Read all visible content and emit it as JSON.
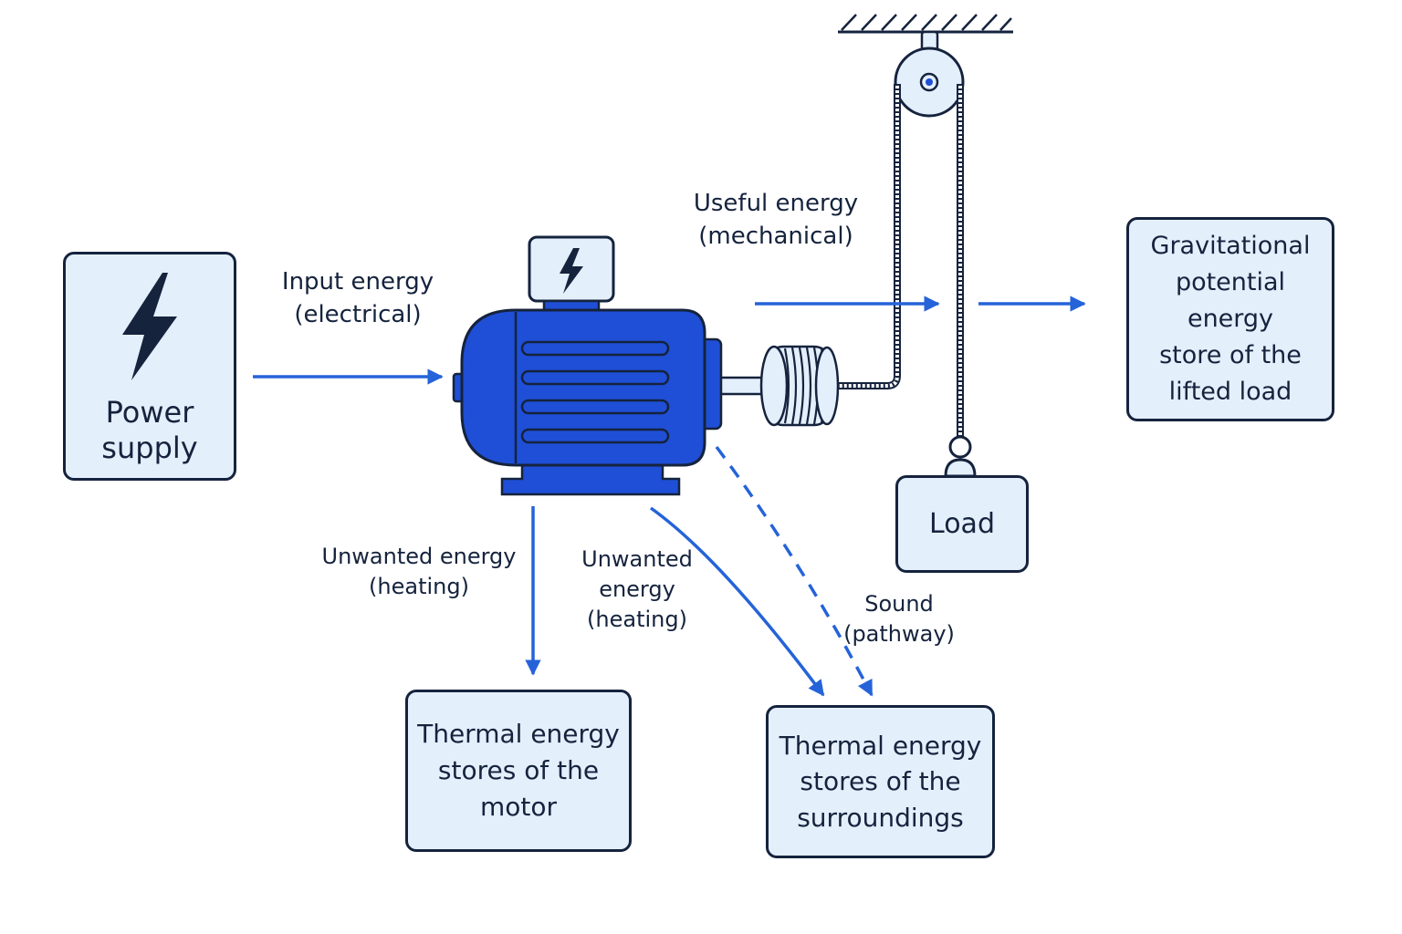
{
  "nodes": {
    "power_supply": {
      "label": "Power\nsupply",
      "icon": "lightning-bolt-icon"
    },
    "gravitational_store": {
      "label": "Gravitational\npotential energy\nstore of the\nlifted load"
    },
    "load": {
      "label": "Load"
    },
    "thermal_motor": {
      "label": "Thermal energy\nstores of the\nmotor"
    },
    "thermal_surroundings": {
      "label": "Thermal energy\nstores of the\nsurroundings"
    }
  },
  "labels": {
    "input_energy": "Input energy\n(electrical)",
    "useful_energy": "Useful energy\n(mechanical)",
    "unwanted_heating_motor": "Unwanted energy\n(heating)",
    "unwanted_heating_surroundings": "Unwanted\nenergy\n(heating)",
    "sound_pathway": "Sound\n(pathway)"
  },
  "components": {
    "motor_icon": "electric-motor-icon",
    "terminal_box_icon": "lightning-bolt-icon",
    "pulley_icon": "pulley-icon",
    "ceiling_icon": "hatched-ceiling-icon"
  },
  "colors": {
    "arrow": "#2563d9",
    "motor_body": "#1f4fd6",
    "box_fill": "#e4effc",
    "outline": "#15233d"
  }
}
